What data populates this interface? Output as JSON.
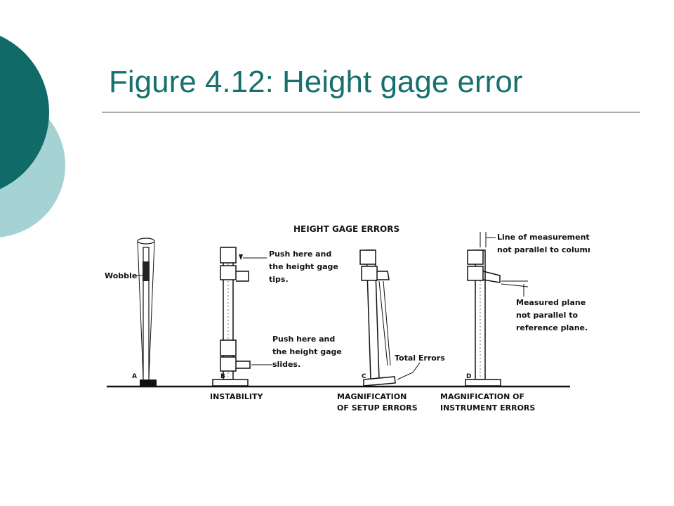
{
  "slide": {
    "title": "Figure 4.12: Height gage error"
  },
  "colors": {
    "title": "#16706e",
    "deco_dark": "#106a68",
    "deco_light": "#a5d2d2"
  },
  "figure": {
    "heading": "HEIGHT GAGE ERRORS",
    "panel_a": {
      "letter": "A",
      "wobble": "Wobble"
    },
    "panel_b": {
      "letter": "B",
      "push_top": [
        "Push here and",
        "the height gage",
        "tips."
      ],
      "push_bottom": [
        "Push here and",
        "the height gage",
        "slides."
      ],
      "caption": "INSTABILITY"
    },
    "panel_c": {
      "letter": "C",
      "total_errors": "Total Errors",
      "caption": [
        "MAGNIFICATION",
        "OF SETUP ERRORS"
      ]
    },
    "panel_d": {
      "letter": "D",
      "line_note": [
        "Line of measurement",
        "not parallel to column."
      ],
      "plane_note": [
        "Measured plane",
        "not parallel to",
        "reference plane."
      ],
      "caption": [
        "MAGNIFICATION OF",
        "INSTRUMENT ERRORS"
      ]
    }
  }
}
